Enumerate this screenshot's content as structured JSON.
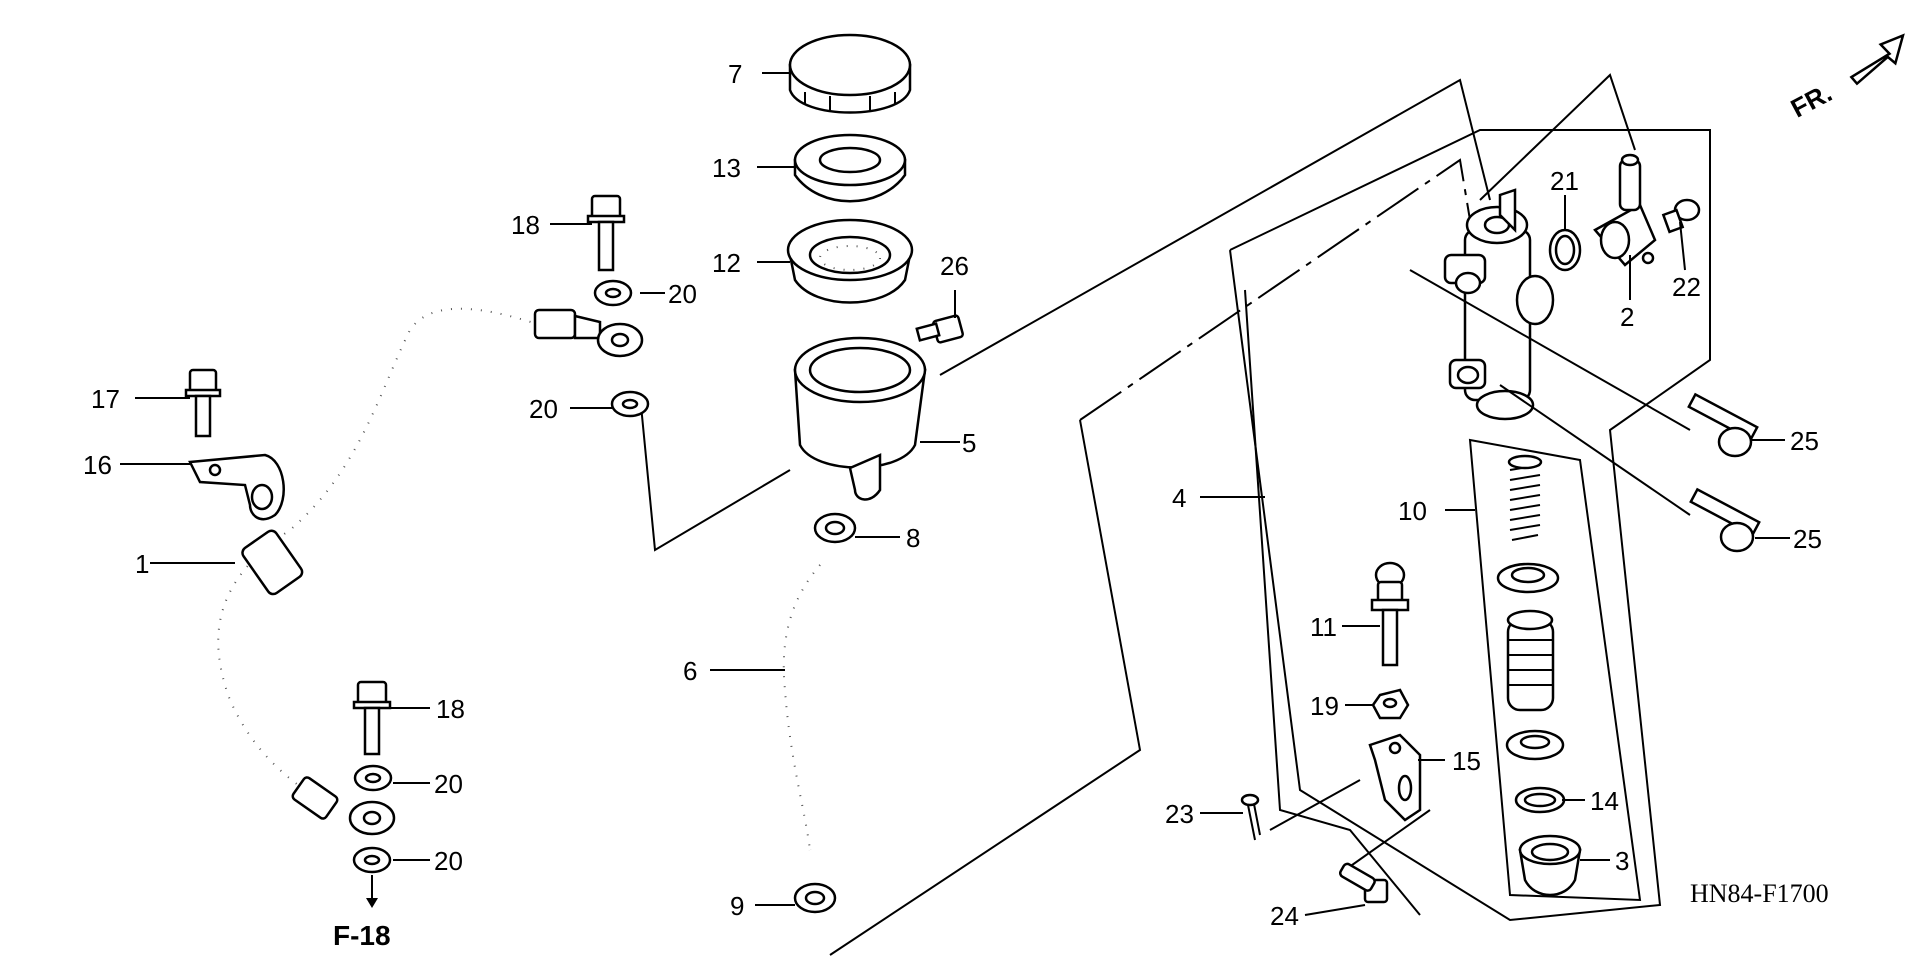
{
  "drawing_code": "HN84-F1700",
  "front_marker": "FR.",
  "reference": "F-18",
  "callouts": {
    "c1": "1",
    "c2": "2",
    "c3": "3",
    "c4": "4",
    "c5": "5",
    "c6": "6",
    "c7": "7",
    "c8": "8",
    "c9": "9",
    "c10": "10",
    "c11": "11",
    "c12": "12",
    "c13": "13",
    "c14": "14",
    "c15": "15",
    "c16": "16",
    "c17": "17",
    "c18a": "18",
    "c18b": "18",
    "c19": "19",
    "c20a": "20",
    "c20b": "20",
    "c20c": "20",
    "c20d": "20",
    "c21": "21",
    "c22": "22",
    "c23": "23",
    "c24": "24",
    "c25a": "25",
    "c25b": "25",
    "c26": "26"
  }
}
